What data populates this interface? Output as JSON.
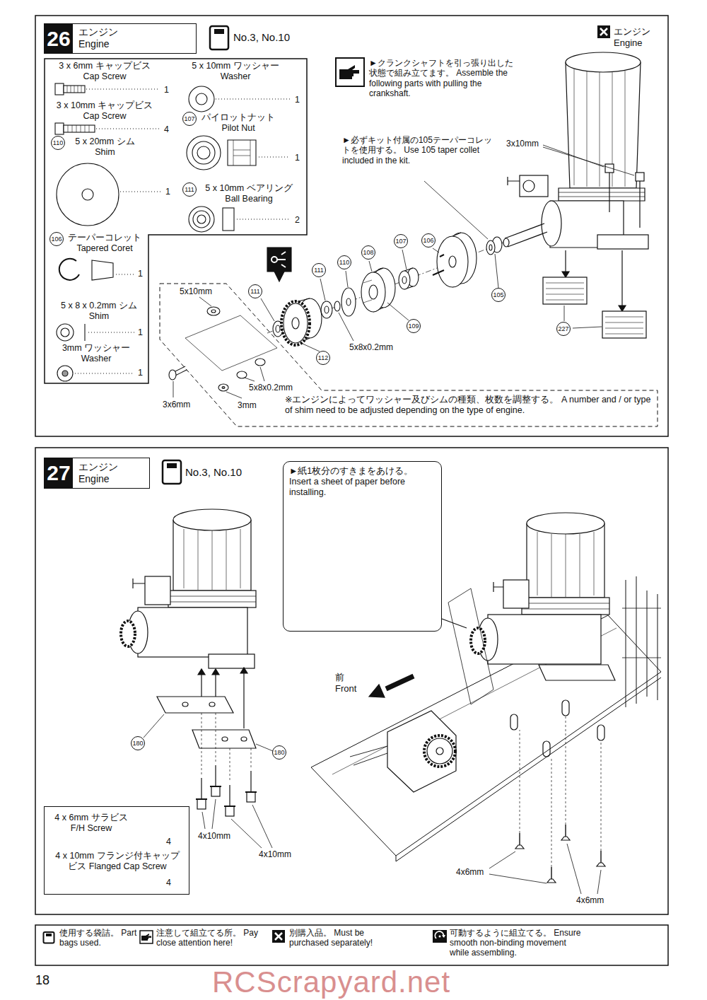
{
  "diagram": {
    "nodes": [
      {
        "text": [
          "26",
          "エンジン Engine"
        ]
      },
      {
        "text": [
          "3 x 6mm キャップビス Cap Screw",
          "1",
          "3 x 10mm キャップビス Cap Screw",
          "4",
          "110",
          "5 x 20mm シム Shim",
          "1",
          "106",
          "テーパーコレット Tapered Coret",
          "1",
          "5 x 8 x 0.2mm シム Shim",
          "1",
          "3mm ワッシャー Washer",
          "1",
          "5 x 10mm ワッシャー Washer",
          "1",
          "107",
          "パイロットナット Pilot Nut",
          "1",
          "111",
          "5 x 10mm ベアリング Ball Bearing",
          "2"
        ]
      },
      {
        "text": [
          "※エンジンによってワッシャー及びシムの種類、枚数を調整する。 A number and / or type of shim need to be adjusted depending on the type of engine."
        ]
      },
      {
        "text": [
          "27",
          "エンジン Engine"
        ]
      },
      {
        "text": [
          "►紙1枚分のすきまをあける。 Insert a sheet of paper before installing."
        ]
      },
      {
        "text": [
          "4 x 6mm サラビス F/H Screw",
          "4",
          "4 x 10mm フランジ付キャップビス Flanged Cap Screw",
          "4"
        ]
      }
    ],
    "labels": [
      "No.3, No.10",
      "エンジン Engine",
      "►クランクシャフトを引っ張り出した状態で組み立てます。 Assemble the following parts with pulling the crankshaft.",
      "►必ずキット付属の105テーパーコレットを使用する。 Use 105 taper collet included in the kit.",
      "3x10mm",
      "107",
      "106",
      "108",
      "110",
      "111",
      "111",
      "105",
      "109",
      "227",
      "5x8x0.2mm",
      "112",
      "5x10mm",
      "5x8x0.2mm",
      "3x6mm",
      "3mm",
      "No.3, No.10",
      "前 Front",
      "180",
      "180",
      "4x10mm",
      "4x10mm",
      "4x6mm",
      "4x6mm",
      "18",
      "RCScrapyard.net"
    ],
    "legend": [
      {
        "text": "使用する袋詰。 Part bags used."
      },
      {
        "text": "注意して組立てる所。 Pay close attention here!"
      },
      {
        "text": "別購入品。 Must be purchased separately!"
      },
      {
        "text": "可動するように組立てる。 Ensure smooth non-binding movement while assembling."
      }
    ]
  }
}
